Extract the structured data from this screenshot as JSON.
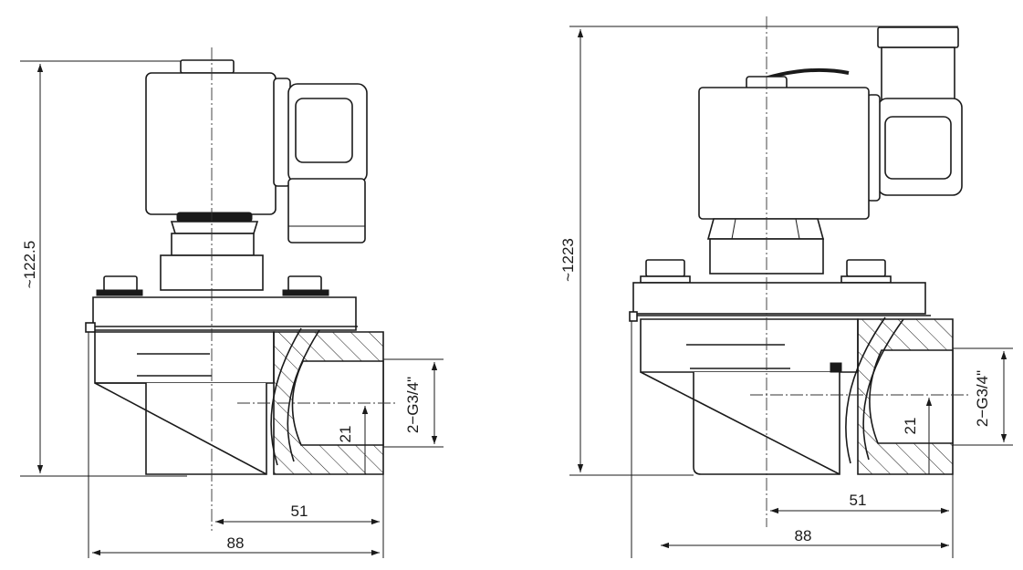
{
  "left_view": {
    "height_label": "~122.5",
    "thread_label": "2−G3/4\"",
    "axis_label": "21",
    "half_width_label": "51",
    "width_label": "88"
  },
  "right_view": {
    "height_label": "~1223",
    "thread_label": "2−G3/4\"",
    "axis_label": "21",
    "half_width_label": "51",
    "width_label": "88"
  },
  "colors": {
    "line": "#1a1a1a",
    "background": "#ffffff"
  }
}
